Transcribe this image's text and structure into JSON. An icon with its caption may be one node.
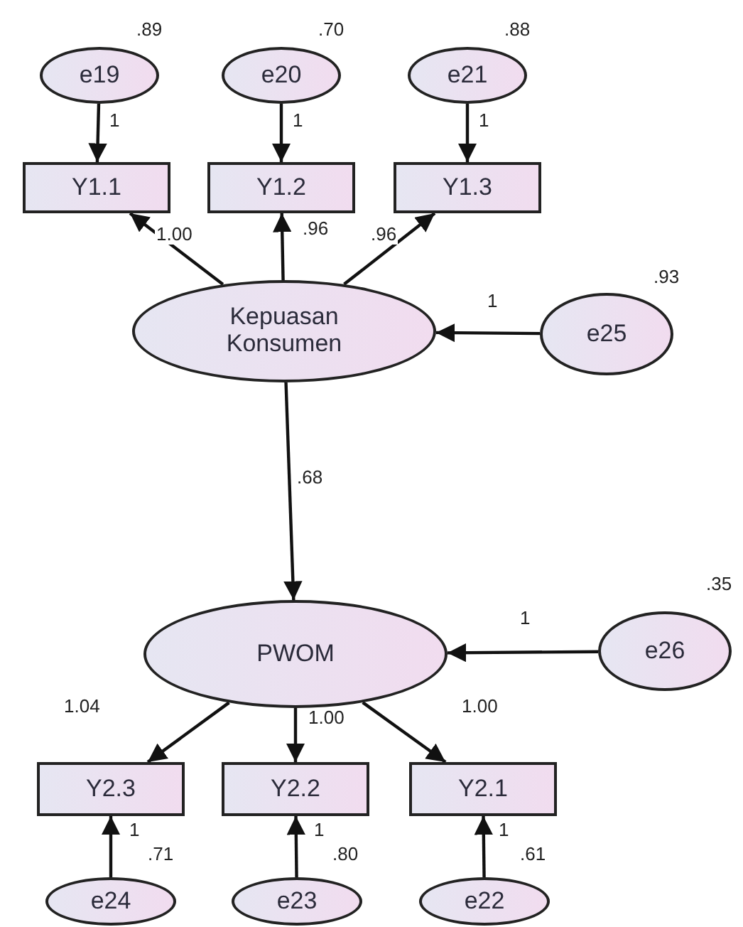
{
  "diagram": {
    "nodes": [
      {
        "text": [
          "e19"
        ],
        "beside": [
          ".89"
        ]
      },
      {
        "text": [
          "e20"
        ],
        "beside": [
          ".70"
        ]
      },
      {
        "text": [
          "e21"
        ],
        "beside": [
          ".88"
        ]
      },
      {
        "text": [
          "Y1.1"
        ]
      },
      {
        "text": [
          "Y1.2"
        ]
      },
      {
        "text": [
          "Y1.3"
        ]
      },
      {
        "text": [
          "Kepuasan Konsumen"
        ]
      },
      {
        "text": [
          "e25"
        ],
        "beside": [
          ".93"
        ]
      },
      {
        "text": [
          "PWOM"
        ]
      },
      {
        "text": [
          "e26"
        ],
        "beside": [
          ".35"
        ]
      },
      {
        "text": [
          "Y2.3"
        ]
      },
      {
        "text": [
          "Y2.2"
        ]
      },
      {
        "text": [
          "Y2.1"
        ]
      },
      {
        "text": [
          "e24"
        ],
        "beside": [
          ".71"
        ]
      },
      {
        "text": [
          "e23"
        ],
        "beside": [
          ".80"
        ]
      },
      {
        "text": [
          "e22"
        ],
        "beside": [
          ".61"
        ]
      }
    ],
    "edges": [
      {
        "from": 0,
        "to": 3,
        "arrow": "to",
        "label": "1"
      },
      {
        "from": 1,
        "to": 4,
        "arrow": "to",
        "label": "1"
      },
      {
        "from": 2,
        "to": 5,
        "arrow": "to",
        "label": "1"
      },
      {
        "from": 6,
        "to": 3,
        "arrow": "to",
        "label": "1.00"
      },
      {
        "from": 6,
        "to": 4,
        "arrow": "to",
        "label": ".96"
      },
      {
        "from": 6,
        "to": 5,
        "arrow": "to",
        "label": ".96"
      },
      {
        "from": 7,
        "to": 6,
        "arrow": "to",
        "label": "1"
      },
      {
        "from": 6,
        "to": 8,
        "arrow": "to",
        "label": ".68"
      },
      {
        "from": 9,
        "to": 8,
        "arrow": "to",
        "label": "1"
      },
      {
        "from": 8,
        "to": 10,
        "arrow": "to",
        "label": "1.04"
      },
      {
        "from": 8,
        "to": 11,
        "arrow": "to",
        "label": "1.00"
      },
      {
        "from": 8,
        "to": 12,
        "arrow": "to",
        "label": "1.00"
      },
      {
        "from": 13,
        "to": 10,
        "arrow": "to",
        "label": "1"
      },
      {
        "from": 14,
        "to": 11,
        "arrow": "to",
        "label": "1"
      },
      {
        "from": 15,
        "to": 12,
        "arrow": "to",
        "label": "1"
      }
    ]
  }
}
